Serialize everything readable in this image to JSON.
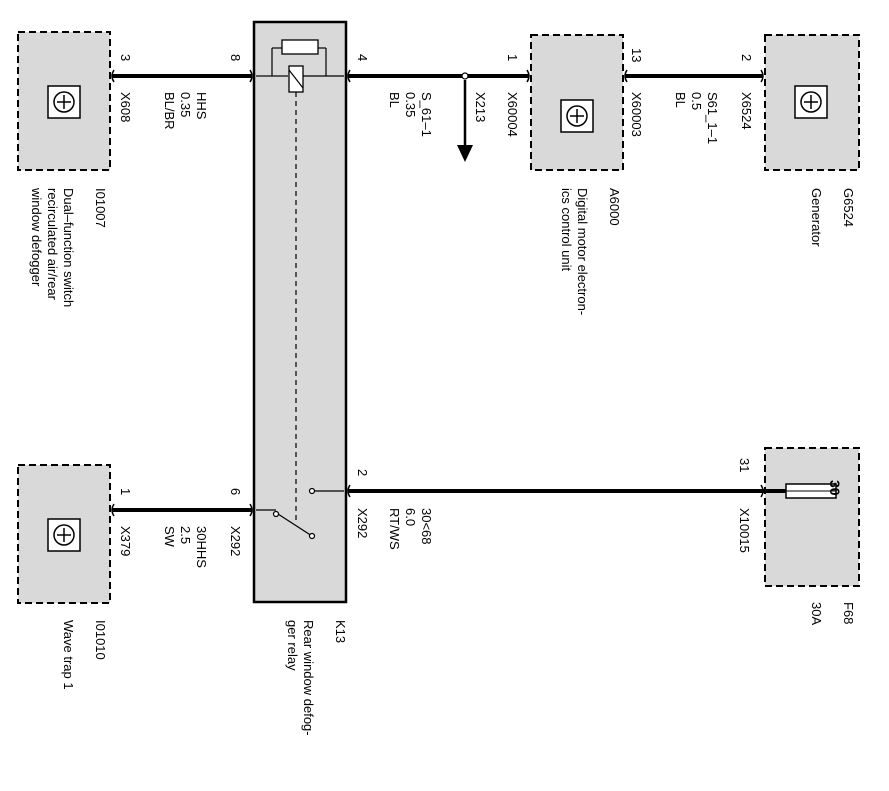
{
  "components": {
    "i01007": {
      "id": "I01007",
      "desc": [
        "Dual–function switch",
        "recirculated air/rear",
        "window defogger"
      ]
    },
    "i01010": {
      "id": "I01010",
      "desc": [
        "Wave trap 1"
      ]
    },
    "k13": {
      "id": "K13",
      "desc": [
        "Rear window defog-",
        "ger relay"
      ]
    },
    "a6000": {
      "id": "A6000",
      "desc": [
        "Digital motor electron-",
        "ics control unit"
      ]
    },
    "g6524": {
      "id": "G6524",
      "desc": [
        "Generator"
      ]
    },
    "f68": {
      "id": "F68",
      "desc": [
        "30A"
      ],
      "terminal": "30"
    }
  },
  "pins": {
    "i01007": "3",
    "k13_8": "8",
    "k13_4": "4",
    "a6000_1": "1",
    "a6000_13": "13",
    "g6524": "2",
    "i01010": "1",
    "k13_6": "6",
    "k13_2": "2",
    "f68": "31"
  },
  "connectors": {
    "x608": "X608",
    "x213": "X213",
    "x60004": "X60004",
    "x60003": "X60003",
    "x6524": "X6524",
    "x379": "X379",
    "x292a": "X292",
    "x292b": "X292",
    "x10015": "X10015"
  },
  "wires": {
    "w1": [
      "HHS",
      "0.35",
      "BL/BR"
    ],
    "w2": [
      "S_61–1",
      "0.35",
      "BL"
    ],
    "w3": [
      "S61_1–1",
      "0.5",
      "BL"
    ],
    "w4": [
      "30HHS",
      "2.5",
      "SW"
    ],
    "w5": [
      "30<68",
      "6.0",
      "RT/WS"
    ]
  }
}
